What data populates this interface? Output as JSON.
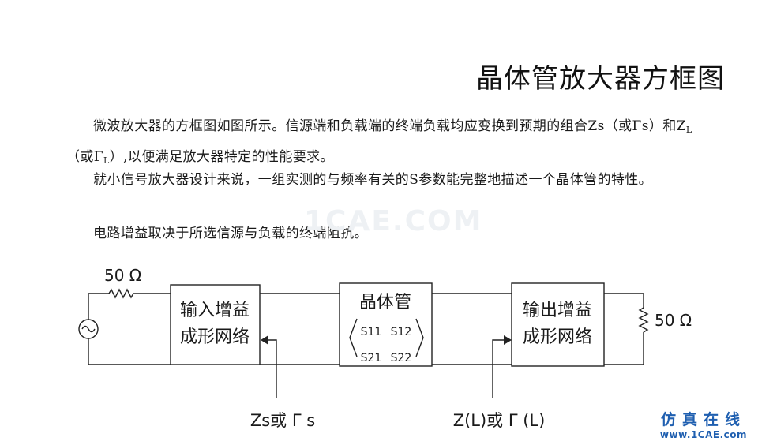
{
  "title": "晶体管放大器方框图",
  "paragraphs": {
    "p1": {
      "a": "微波放大器的方框图如图所示。信源端和负载端的终端负载均应变换到预期的组合Z",
      "b": "s（或Γs）和Z",
      "sub1": "L",
      "c": "（或Γ",
      "sub2": "L",
      "d": "）,以便满足放大器特定的性能要求。"
    },
    "p2": "就小信号放大器设计来说，一组实测的与频率有关的S参数能完整地描述一个晶体管的特性。",
    "p3": "电路增益取决于所选信源与负载的终端阻抗。"
  },
  "watermark": "1CAE.COM",
  "diagram": {
    "source_impedance": "50 Ω",
    "load_impedance": "50 Ω",
    "input_network": {
      "line1": "输入增益",
      "line2": "成形网络"
    },
    "transistor": {
      "title": "晶体管",
      "s11": "S11",
      "s12": "S12",
      "s21": "S21",
      "s22": "S22"
    },
    "output_network": {
      "line1": "输出增益",
      "line2": "成形网络"
    },
    "source_label": "Zs或 Γ s",
    "load_label": "Z(L)或 Γ (L)"
  },
  "brand": {
    "name": "仿真在线",
    "url": "www.1CAE.com"
  },
  "colors": {
    "brand": "#1f5fb0",
    "line": "#222222"
  }
}
